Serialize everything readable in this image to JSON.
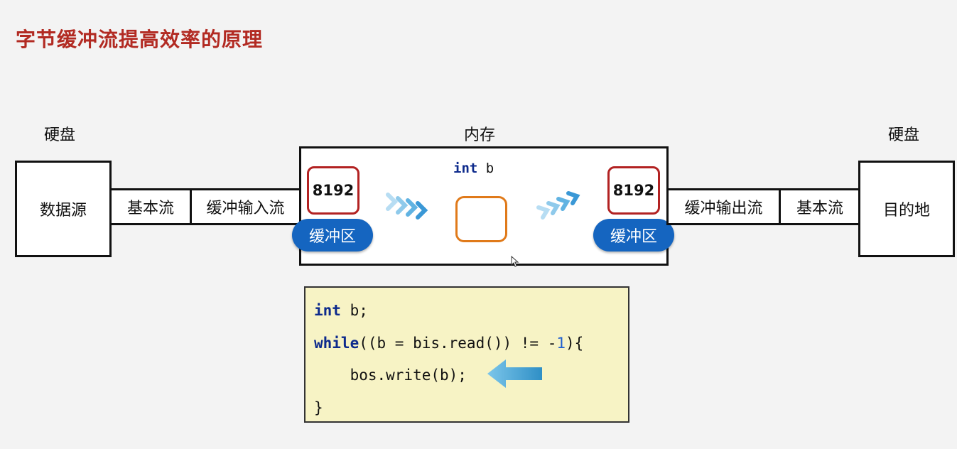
{
  "title": "字节缓冲流提高效率的原理",
  "labels": {
    "disk_left": "硬盘",
    "memory": "内存",
    "disk_right": "硬盘"
  },
  "left": {
    "source": "数据源",
    "basic_stream": "基本流",
    "buffered_input": "缓冲输入流"
  },
  "right": {
    "buffered_output": "缓冲输出流",
    "basic_stream": "基本流",
    "destination": "目的地"
  },
  "memory_box": {
    "buffer_size_in": "8192",
    "buffer_size_out": "8192",
    "buffer_label_in": "缓冲区",
    "buffer_label_out": "缓冲区",
    "var_keyword": "int",
    "var_name": " b"
  },
  "code": {
    "line1_kw": "int",
    "line1_rest": " b;",
    "line2_kw": "while",
    "line2_mid": "((b = bis.read()) != -",
    "line2_num": "1",
    "line2_end": "){",
    "line3": "    bos.write(b);",
    "line4": "}"
  },
  "colors": {
    "title": "#b22a22",
    "buffer_pill": "#1565c0",
    "size_border": "#b22222",
    "var_border": "#e07a1a",
    "code_bg": "#f7f3c5",
    "arrow": "#4aa8dc"
  }
}
